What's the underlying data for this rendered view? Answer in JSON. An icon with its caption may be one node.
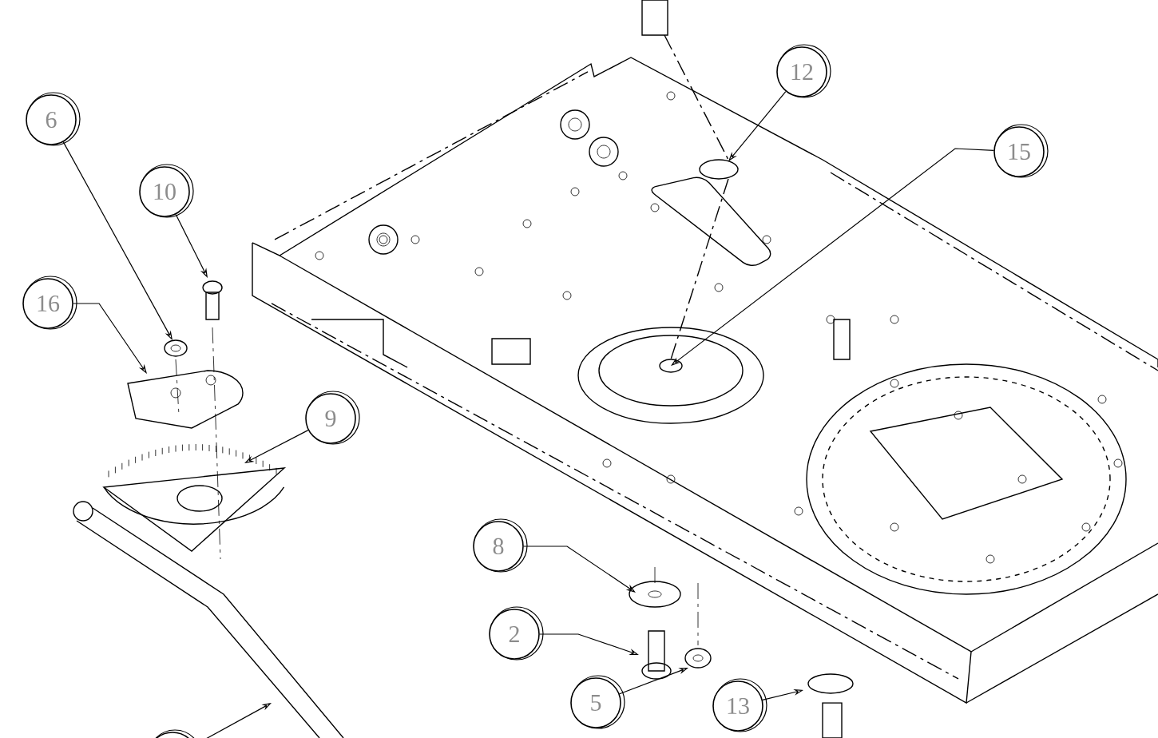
{
  "diagram": {
    "nodes": [
      {
        "text": [
          "6"
        ]
      },
      {
        "text": [
          "10"
        ]
      },
      {
        "text": [
          "16"
        ]
      },
      {
        "text": [
          "9"
        ]
      },
      {
        "text": [
          "12"
        ]
      },
      {
        "text": [
          "15"
        ]
      },
      {
        "text": [
          "8"
        ]
      },
      {
        "text": [
          "2"
        ]
      },
      {
        "text": [
          "5"
        ]
      },
      {
        "text": [
          "13"
        ]
      },
      {
        "text": [],
        "shape": "circle"
      }
    ],
    "edges": [
      {
        "from": 0,
        "to": null,
        "arrow": "to"
      },
      {
        "from": 1,
        "to": null,
        "arrow": "to"
      },
      {
        "from": 2,
        "to": null,
        "arrow": "to"
      },
      {
        "from": 3,
        "to": null,
        "arrow": "to"
      },
      {
        "from": 4,
        "to": null,
        "arrow": "to"
      },
      {
        "from": 5,
        "to": null,
        "arrow": "to"
      },
      {
        "from": 6,
        "to": null,
        "arrow": "to"
      },
      {
        "from": 7,
        "to": null,
        "arrow": "to"
      },
      {
        "from": 8,
        "to": null,
        "arrow": "to"
      },
      {
        "from": 9,
        "to": null,
        "arrow": "to"
      },
      {
        "from": 10,
        "to": null,
        "arrow": "to"
      }
    ]
  }
}
